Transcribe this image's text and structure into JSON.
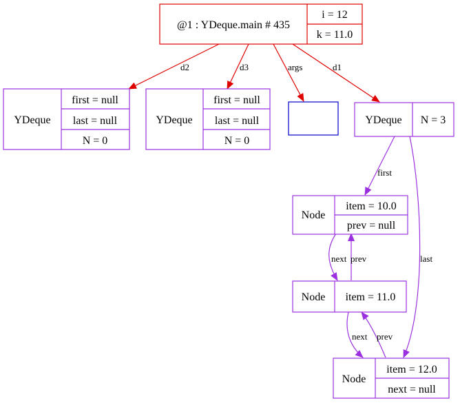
{
  "colors": {
    "frame": "#e00000",
    "object": "#9b30e0",
    "array": "#0000cc",
    "text": "#000000",
    "background": "#ffffff"
  },
  "frame": {
    "label": "@1 : YDeque.main # 435",
    "fields": [
      "i = 12",
      "k = 11.0"
    ]
  },
  "deque_d2": {
    "type": "YDeque",
    "fields": [
      "first = null",
      "last = null",
      "N = 0"
    ]
  },
  "deque_d3": {
    "type": "YDeque",
    "fields": [
      "first = null",
      "last = null",
      "N = 0"
    ]
  },
  "deque_d1": {
    "type": "YDeque",
    "field": "N = 3"
  },
  "node_1": {
    "type": "Node",
    "fields": [
      "item = 10.0",
      "prev = null"
    ]
  },
  "node_2": {
    "type": "Node",
    "field": "item = 11.0"
  },
  "node_3": {
    "type": "Node",
    "fields": [
      "item = 12.0",
      "next = null"
    ]
  },
  "edges": {
    "d2": "d2",
    "d3": "d3",
    "args": "args",
    "d1": "d1",
    "first": "first",
    "last": "last",
    "next_1": "next",
    "prev_1": "prev",
    "next_2": "next",
    "prev_2": "prev"
  }
}
